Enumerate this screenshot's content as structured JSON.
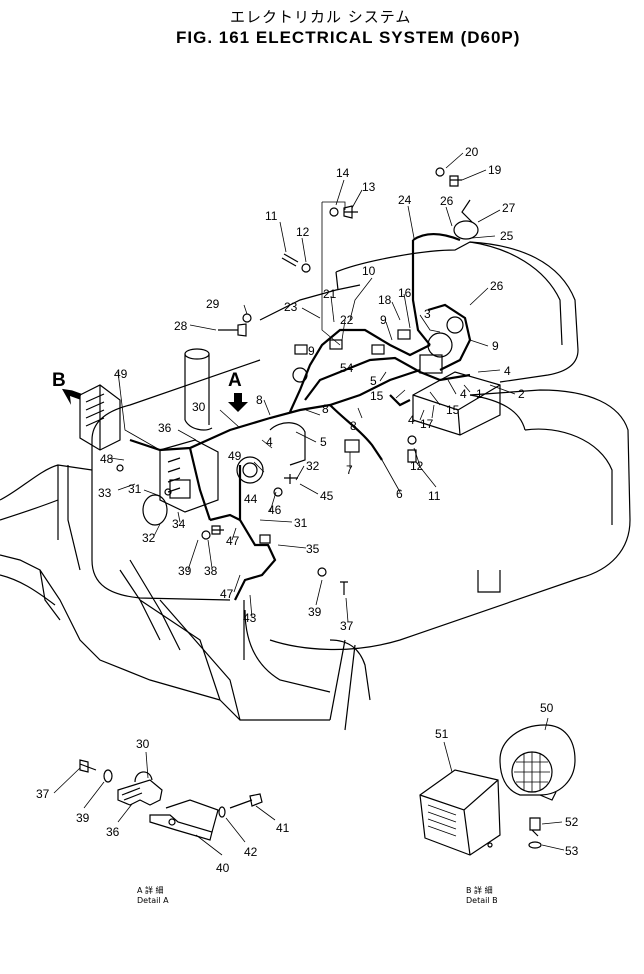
{
  "header": {
    "title_jp": "エレクトリカル システム",
    "title_en": "FIG. 161  ELECTRICAL SYSTEM (D60P)"
  },
  "views": {
    "view_a": "A",
    "view_b": "B"
  },
  "callouts": {
    "n1": "1",
    "n2": "2",
    "n3": "3",
    "n4a": "4",
    "n4b": "4",
    "n4c": "4",
    "n5a": "5",
    "n5b": "5",
    "n6": "6",
    "n7": "7",
    "n8a": "8",
    "n8b": "8",
    "n8c": "8",
    "n9a": "9",
    "n9b": "9",
    "n9c": "9",
    "n10": "10",
    "n11a": "11",
    "n11b": "11",
    "n12a": "12",
    "n12b": "12",
    "n13": "13",
    "n14": "14",
    "n15a": "15",
    "n15b": "15",
    "n16": "16",
    "n17": "17",
    "n18": "18",
    "n19": "19",
    "n20": "20",
    "n21": "21",
    "n22": "22",
    "n23": "23",
    "n24": "24",
    "n25": "25",
    "n26a": "26",
    "n26b": "26",
    "n27": "27",
    "n28": "28",
    "n29": "29",
    "n30a": "30",
    "n30b": "30",
    "n31a": "31",
    "n31b": "31",
    "n32a": "32",
    "n32b": "32",
    "n33": "33",
    "n34": "34",
    "n35": "35",
    "n36a": "36",
    "n36b": "36",
    "n37a": "37",
    "n37b": "37",
    "n38": "38",
    "n39a": "39",
    "n39b": "39",
    "n39c": "39",
    "n40": "40",
    "n41": "41",
    "n42": "42",
    "n43": "43",
    "n44": "44",
    "n45": "45",
    "n46": "46",
    "n47a": "47",
    "n47b": "47",
    "n48": "48",
    "n49a": "49",
    "n49b": "49",
    "n50": "50",
    "n51": "51",
    "n52": "52",
    "n53": "53",
    "n54": "54"
  },
  "details": {
    "a_jp": "A 詳 細",
    "a_en": "Detail A",
    "b_jp": "B 詳 細",
    "b_en": "Detail B"
  }
}
